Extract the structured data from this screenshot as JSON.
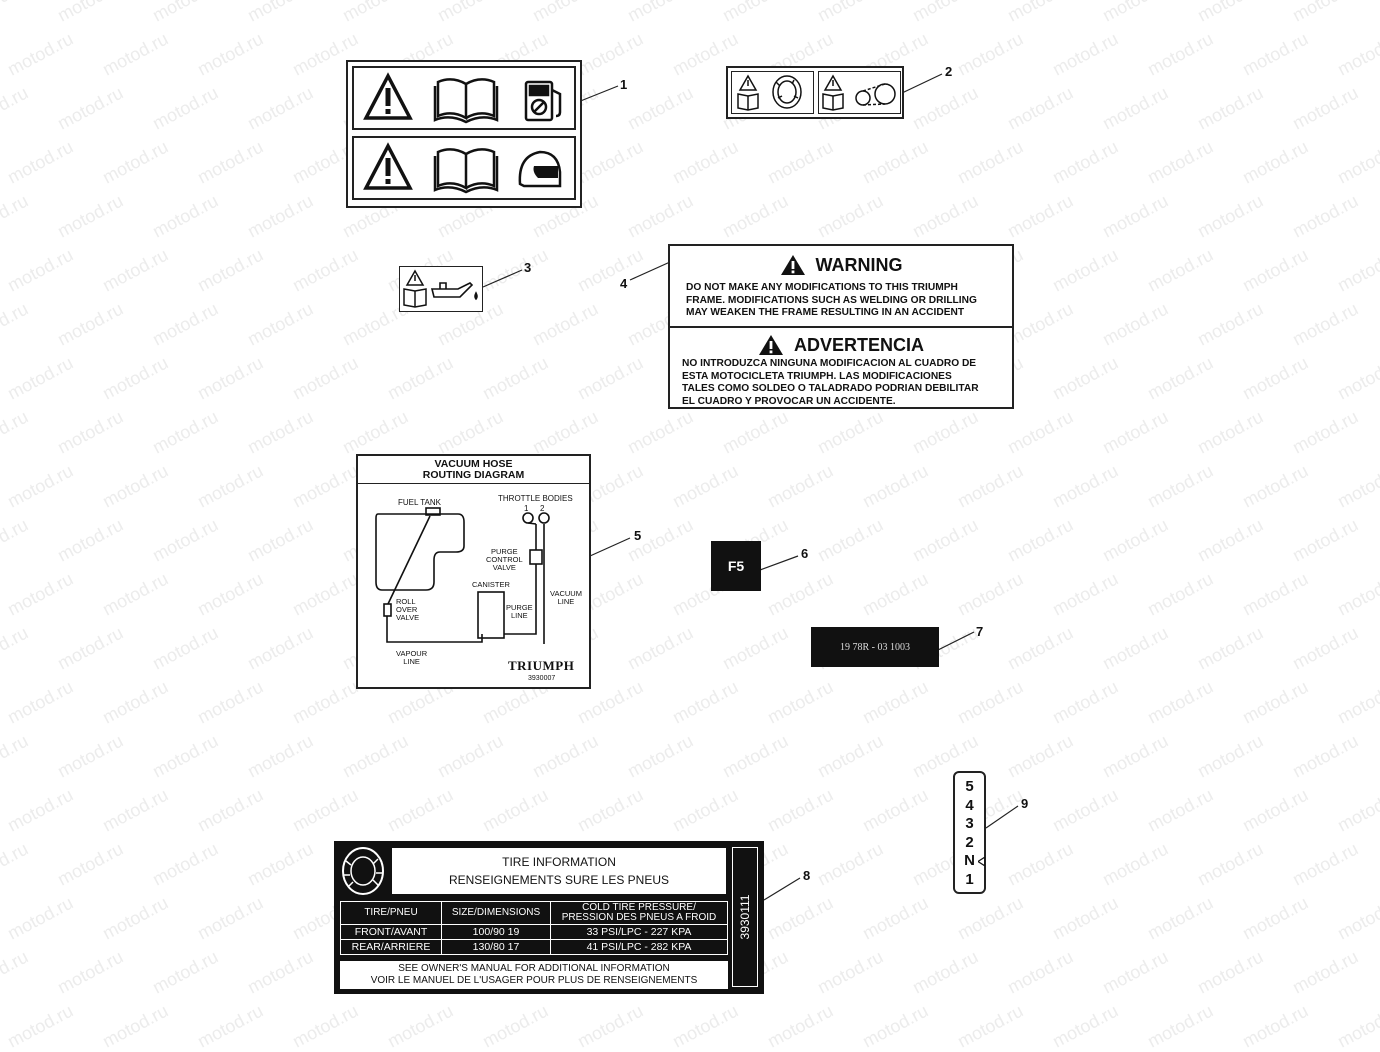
{
  "watermark": "motod.ru",
  "callouts": [
    "1",
    "2",
    "3",
    "4",
    "5",
    "6",
    "7",
    "8",
    "9"
  ],
  "label1": {
    "icons": [
      "warning-triangle",
      "owners-manual",
      "no-leaded-fuel",
      "warning-triangle",
      "owners-manual",
      "helmet"
    ]
  },
  "label2": {
    "icons": [
      "warning-manual",
      "tyre",
      "warning-manual",
      "chain"
    ]
  },
  "label3": {
    "icons": [
      "warning-manual",
      "oil-can"
    ]
  },
  "label4": {
    "warning_title": "WARNING",
    "warning_text": "DO  NOT MAKE ANY MODIFICATIONS TO THIS TRIUMPH\nFRAME.  MODIFICATIONS SUCH AS WELDING OR DRILLING\nMAY WEAKEN THE FRAME RESULTING IN AN ACCIDENT",
    "advertencia_title": "ADVERTENCIA",
    "advertencia_text": "NO INTRODUZCA NINGUNA MODIFICACION AL CUADRO DE\nESTA MOTOCICLETA TRIUMPH.  LAS MODIFICACIONES\nTALES COMO SOLDEO O TALADRADO PODRIAN DEBILITAR\nEL CUADRO Y PROVOCAR UN ACCIDENTE."
  },
  "label5": {
    "title_line1": "VACUUM HOSE",
    "title_line2": "ROUTING DIAGRAM",
    "fuel_tank": "FUEL TANK",
    "throttle_bodies": "THROTTLE BODIES",
    "tb_1": "1",
    "tb_2": "2",
    "purge_valve": [
      "PURGE",
      "CONTROL",
      "VALVE"
    ],
    "canister": "CANISTER",
    "vacuum_line": [
      "VACUUM",
      "LINE"
    ],
    "purge_line": [
      "PURGE",
      "LINE"
    ],
    "roll_over_valve": [
      "ROLL",
      "OVER",
      "VALVE"
    ],
    "vapour_line": [
      "VAPOUR",
      "LINE"
    ],
    "brand": "TRIUMPH",
    "part_no": "3930007"
  },
  "label6": {
    "text": "F5"
  },
  "label7": {
    "text": "19 78R - 03 1003"
  },
  "label8": {
    "title_line1": "TIRE INFORMATION",
    "title_line2": "RENSEIGNEMENTS SURE LES PNEUS",
    "headers": [
      "TIRE/PNEU",
      "SIZE/DIMENSIONS",
      "COLD TIRE PRESSURE/\nPRESSION DES PNEUS A FROID"
    ],
    "rows": [
      [
        "FRONT/AVANT",
        "100/90 19",
        "33 PSI/LPC - 227 KPA"
      ],
      [
        "REAR/ARRIERE",
        "130/80 17",
        "41 PSI/LPC - 282 KPA"
      ]
    ],
    "footer_line1": "SEE OWNER'S MANUAL FOR ADDITIONAL INFORMATION",
    "footer_line2": "VOIR LE MANUEL DE L'USAGER POUR PLUS DE RENSEIGNEMENTS",
    "part_no": "3930111"
  },
  "label9": {
    "gears": [
      "5",
      "4",
      "3",
      "2",
      "N",
      "1"
    ]
  }
}
